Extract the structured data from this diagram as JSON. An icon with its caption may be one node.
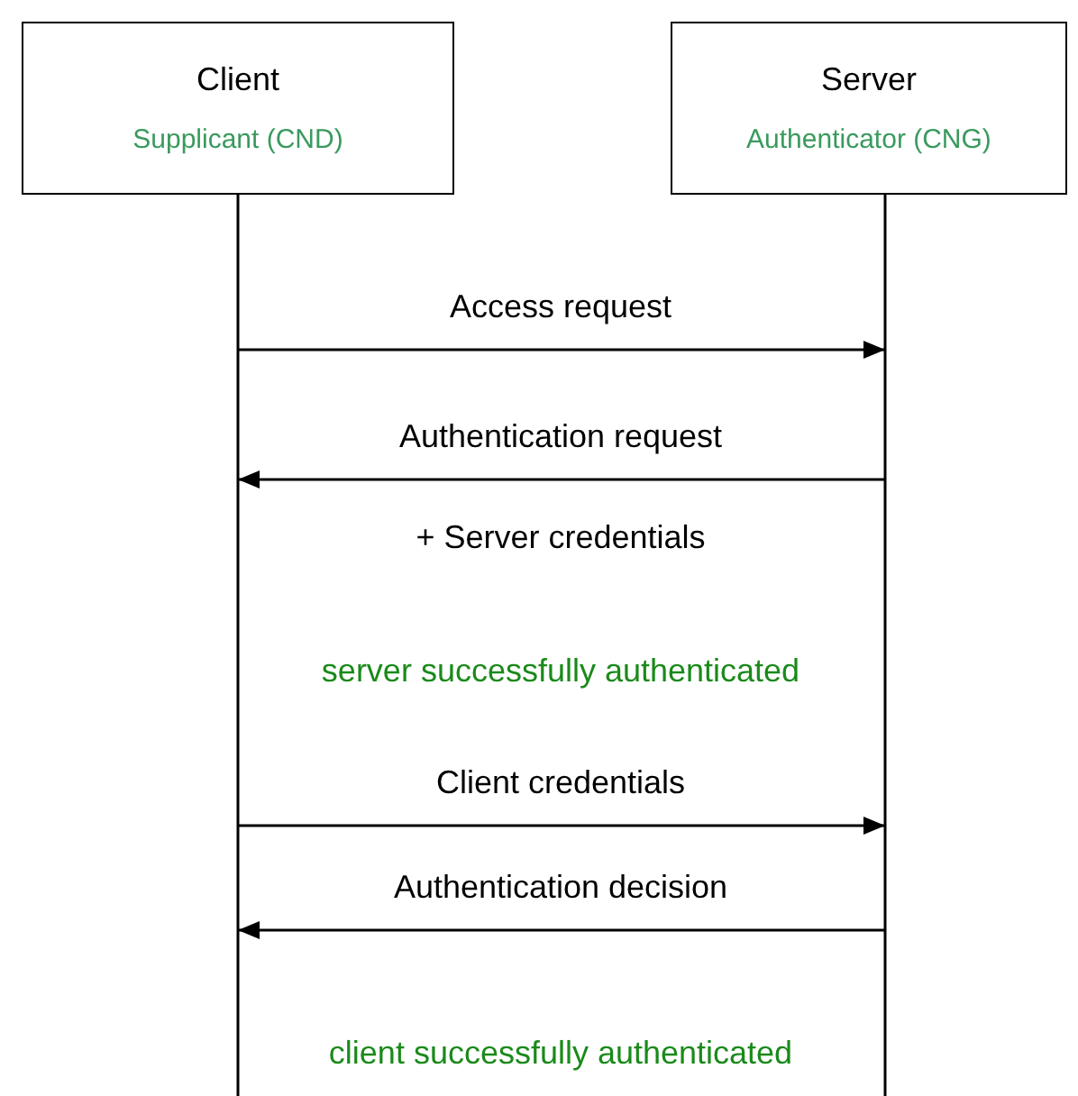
{
  "diagram": {
    "nodes": [
      {
        "text": [
          "Client",
          "Supplicant (CND)"
        ]
      },
      {
        "text": [
          "Server",
          "Authenticator (CNG)"
        ]
      }
    ],
    "edges": [
      {
        "from": 0,
        "to": 1,
        "arrow": "to",
        "label": "Access request"
      },
      {
        "from": 1,
        "to": 0,
        "arrow": "to",
        "label": "Authentication request"
      },
      {
        "from": 0,
        "to": 1,
        "arrow": "to",
        "label": "Client credentials"
      },
      {
        "from": 1,
        "to": 0,
        "arrow": "to",
        "label": "Authentication decision"
      }
    ],
    "labels": [
      "+ Server credentials",
      "server successfully authenticated",
      "client successfully authenticated"
    ]
  }
}
